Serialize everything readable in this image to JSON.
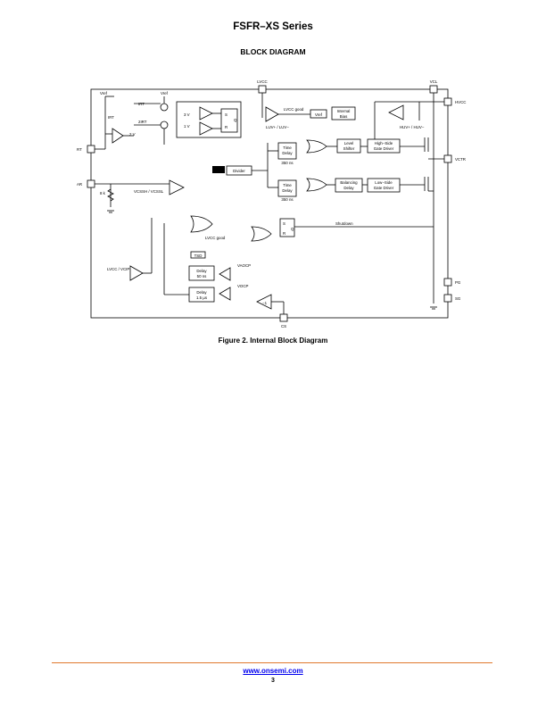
{
  "header": {
    "series": "FSFR–XS Series",
    "section": "BLOCK DIAGRAM"
  },
  "caption": "Figure 2. Internal Block Diagram",
  "footer": {
    "link": "www.onsemi.com",
    "page": "3"
  },
  "pins": {
    "lvcc": "LVCC",
    "vcl": "VCL",
    "hvcc": "HVCC",
    "rt": "RT",
    "ar": "AR",
    "vctr": "VCTR",
    "pg": "PG",
    "sg": "SG",
    "cs": "CS"
  },
  "blocks": {
    "vref_left": "Vref",
    "vref_right": "Vref",
    "irt": "IRT",
    "i2rt": "2IRT",
    "v3": "3 V",
    "v1": "1 V",
    "s": "S",
    "q": "Q",
    "r": "R",
    "v2": "2 V",
    "lvcc_good": "LVCC good",
    "vref_box": "Vref",
    "internal_bias": "Internal Bias",
    "luv": "LUV+ / LUV−",
    "huv": "HUV+ / HUV−",
    "time_delay": "Time Delay",
    "ns350": "350 ns",
    "level_shifter": "Level Shifter",
    "hs_driver": "High−Side Gate Driver",
    "balancing_delay": "Balancing Delay",
    "ls_driver": "Low−Side Gate Driver",
    "divider": "Divider",
    "k8": "8 k",
    "vcssh": "VCSSH / VCSSL",
    "shutdown": "Shutdown",
    "lvcc_good2": "LVCC good",
    "tsd": "TSD",
    "uvp": "LVCC / VCIP",
    "vaocp": "VAOCP",
    "vocp": "VOCP",
    "delay50": "Delay 50 ns",
    "delay15": "Delay 1.5 µs",
    "minus1": "−1"
  }
}
